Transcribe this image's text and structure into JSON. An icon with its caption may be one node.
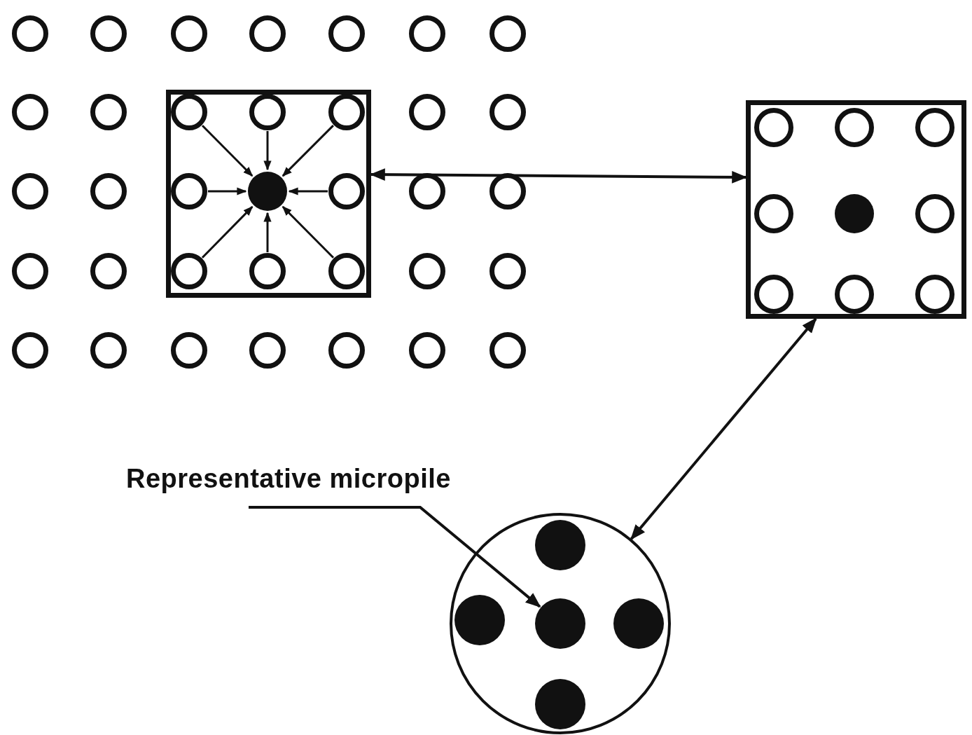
{
  "diagram": {
    "nodes": [
      {
        "text": [],
        "shape": "box"
      },
      {
        "text": [],
        "shape": "circle"
      },
      {
        "text": [],
        "shape": "circle"
      },
      {
        "text": [],
        "shape": "circle"
      },
      {
        "text": [],
        "shape": "circle"
      },
      {
        "text": [],
        "shape": "circle"
      },
      {
        "text": [],
        "shape": "circle"
      },
      {
        "text": [],
        "shape": "circle"
      },
      {
        "text": [],
        "shape": "circle"
      },
      {
        "text": [],
        "shape": "circle"
      },
      {
        "text": [],
        "shape": "circle",
        "in": 0
      },
      {
        "text": [],
        "shape": "circle",
        "in": 0
      },
      {
        "text": [],
        "shape": "circle",
        "in": 0
      },
      {
        "text": [],
        "shape": "circle"
      },
      {
        "text": [],
        "shape": "circle"
      },
      {
        "text": [],
        "shape": "circle"
      },
      {
        "text": [],
        "shape": "circle"
      },
      {
        "text": [],
        "shape": "circle",
        "in": 0
      },
      {
        "text": [],
        "shape": "dot",
        "in": 0
      },
      {
        "text": [],
        "shape": "circle",
        "in": 0
      },
      {
        "text": [],
        "shape": "circle"
      },
      {
        "text": [],
        "shape": "circle"
      },
      {
        "text": [],
        "shape": "circle"
      },
      {
        "text": [],
        "shape": "circle"
      },
      {
        "text": [],
        "shape": "circle",
        "in": 0
      },
      {
        "text": [],
        "shape": "circle",
        "in": 0
      },
      {
        "text": [],
        "shape": "circle",
        "in": 0
      },
      {
        "text": [],
        "shape": "circle"
      },
      {
        "text": [],
        "shape": "circle"
      },
      {
        "text": [],
        "shape": "circle"
      },
      {
        "text": [],
        "shape": "circle"
      },
      {
        "text": [],
        "shape": "circle"
      },
      {
        "text": [],
        "shape": "circle"
      },
      {
        "text": [],
        "shape": "circle"
      },
      {
        "text": [],
        "shape": "circle"
      },
      {
        "text": [],
        "shape": "circle"
      },
      {
        "text": [],
        "shape": "box"
      },
      {
        "text": [],
        "shape": "circle",
        "in": 36
      },
      {
        "text": [],
        "shape": "circle",
        "in": 36
      },
      {
        "text": [],
        "shape": "circle",
        "in": 36
      },
      {
        "text": [],
        "shape": "circle",
        "in": 36
      },
      {
        "text": [],
        "shape": "dot",
        "in": 36
      },
      {
        "text": [],
        "shape": "circle",
        "in": 36
      },
      {
        "text": [],
        "shape": "circle",
        "in": 36
      },
      {
        "text": [],
        "shape": "circle",
        "in": 36
      },
      {
        "text": [],
        "shape": "circle",
        "in": 36
      },
      {
        "text": [
          "Representative micropile"
        ]
      },
      {
        "text": [],
        "shape": "circle"
      },
      {
        "text": [],
        "shape": "dot",
        "in": 47
      },
      {
        "text": [],
        "shape": "dot",
        "in": 47
      },
      {
        "text": [],
        "shape": "dot",
        "in": 47
      },
      {
        "text": [],
        "shape": "dot",
        "in": 47
      },
      {
        "text": [],
        "shape": "dot",
        "in": 47
      }
    ],
    "edges": [
      {
        "from": 10,
        "to": 18,
        "arrow": "to"
      },
      {
        "from": 11,
        "to": 18,
        "arrow": "to"
      },
      {
        "from": 12,
        "to": 18,
        "arrow": "to"
      },
      {
        "from": 17,
        "to": 18,
        "arrow": "to"
      },
      {
        "from": 19,
        "to": 18,
        "arrow": "to"
      },
      {
        "from": 24,
        "to": 18,
        "arrow": "to"
      },
      {
        "from": 25,
        "to": 18,
        "arrow": "to"
      },
      {
        "from": 26,
        "to": 18,
        "arrow": "to"
      },
      {
        "from": 0,
        "to": 36,
        "arrow": "both"
      },
      {
        "from": 36,
        "to": 47,
        "arrow": "both"
      },
      {
        "from": 46,
        "to": 50,
        "arrow": "to"
      }
    ]
  }
}
